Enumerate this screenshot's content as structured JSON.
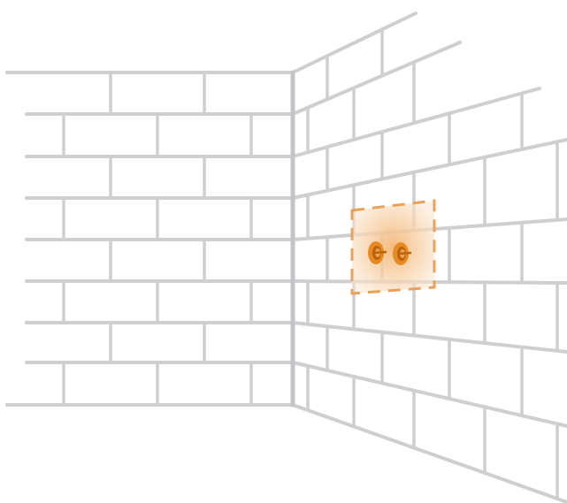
{
  "scene": {
    "subject": "brick-wall-corner",
    "colors": {
      "background": "#ffffff",
      "mortar_lines": "#cfcfd2",
      "wall_edge": "#c4c4c8",
      "highlight_border": "#e9a25a",
      "highlight_fill": "#f6c998",
      "hardware": "#e88a22",
      "hardware_dark": "#b9620f"
    },
    "icons": {
      "left_wall": "brick-pattern",
      "right_wall": "brick-pattern-perspective",
      "highlight": "dashed-selection-box",
      "fixture": "wall-anchor"
    }
  }
}
